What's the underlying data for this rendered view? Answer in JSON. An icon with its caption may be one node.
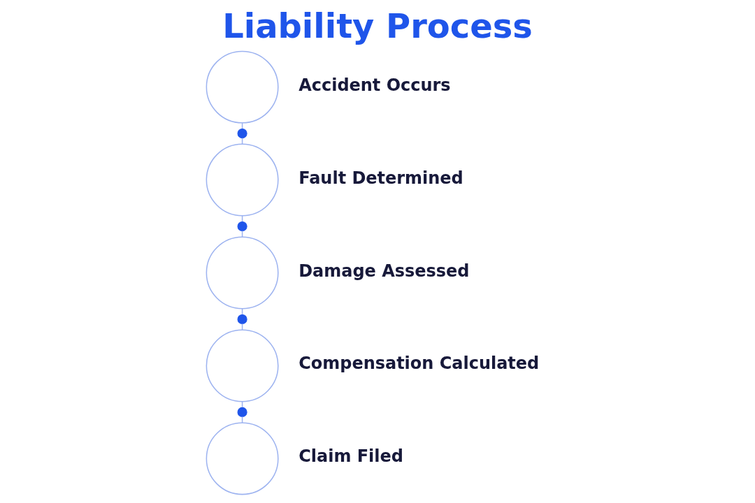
{
  "diagram": {
    "title": "Liability Process",
    "nodes": [
      {
        "text": [],
        "shape": "circle",
        "beside": [
          "Accident Occurs"
        ]
      },
      {
        "text": [],
        "shape": "dot"
      },
      {
        "text": [],
        "shape": "circle",
        "beside": [
          "Fault Determined"
        ]
      },
      {
        "text": [],
        "shape": "dot"
      },
      {
        "text": [],
        "shape": "circle",
        "beside": [
          "Damage Assessed"
        ]
      },
      {
        "text": [],
        "shape": "dot"
      },
      {
        "text": [],
        "shape": "circle",
        "beside": [
          "Compensation Calculated"
        ]
      },
      {
        "text": [],
        "shape": "dot"
      },
      {
        "text": [],
        "shape": "circle",
        "beside": [
          "Claim Filed"
        ]
      }
    ],
    "edges": [
      {
        "from": 0,
        "to": 1,
        "arrow": "none"
      },
      {
        "from": 1,
        "to": 2,
        "arrow": "none"
      },
      {
        "from": 2,
        "to": 3,
        "arrow": "none"
      },
      {
        "from": 3,
        "to": 4,
        "arrow": "none"
      },
      {
        "from": 4,
        "to": 5,
        "arrow": "none"
      },
      {
        "from": 5,
        "to": 6,
        "arrow": "none"
      },
      {
        "from": 6,
        "to": 7,
        "arrow": "none"
      },
      {
        "from": 7,
        "to": 8,
        "arrow": "none"
      }
    ]
  }
}
